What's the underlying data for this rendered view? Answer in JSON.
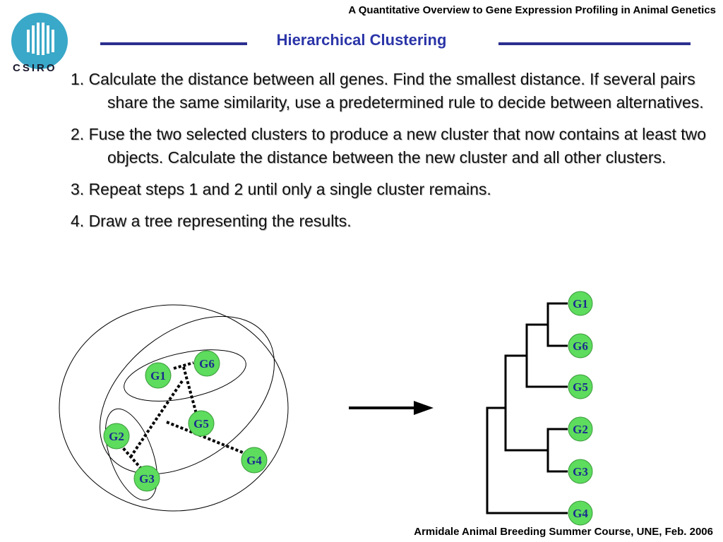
{
  "header": {
    "course_title": "A Quantitative Overview to Gene Expression Profiling in Animal Genetics"
  },
  "logo": {
    "text": "CSIRO",
    "color": "#3aa8c8"
  },
  "slide": {
    "title": "Hierarchical Clustering"
  },
  "steps": [
    "1. Calculate the distance between all genes. Find the smallest distance. If several pairs share the same similarity, use a predetermined rule to decide between alternatives.",
    "2. Fuse the two selected clusters to produce a new cluster that now contains at least two objects. Calculate the distance between the new cluster and all other clusters.",
    "3. Repeat steps 1 and 2 until only a single cluster remains.",
    "4. Draw a tree representing the results."
  ],
  "diagram": {
    "node_color": "#5ddc5d",
    "label_color": "#1a2b8f",
    "cluster_nodes": [
      "G1",
      "G6",
      "G5",
      "G2",
      "G3",
      "G4"
    ],
    "dendrogram_leaves": [
      "G1",
      "G6",
      "G5",
      "G2",
      "G3",
      "G4"
    ]
  },
  "footer": {
    "text": "Armidale Animal Breeding Summer Course, UNE, Feb. 2006"
  }
}
